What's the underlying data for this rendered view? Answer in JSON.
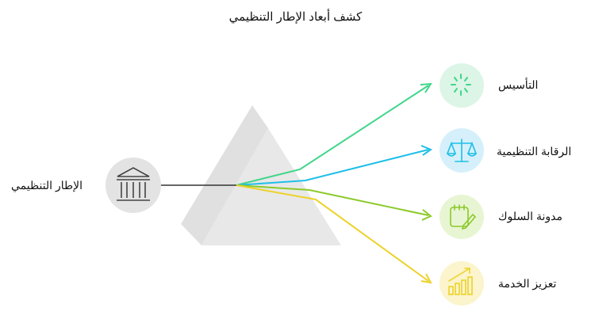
{
  "title": "كشف أبعاد الإطار التنظيمي",
  "source": {
    "label": "الإطار التنظيمي",
    "icon": "bank-icon"
  },
  "outputs": [
    {
      "label": "التأسيس",
      "icon": "sparkle-icon",
      "color": "#3fd68a",
      "bg": "#dcf5e6"
    },
    {
      "label": "الرقابة التنظيمية",
      "icon": "scales-icon",
      "color": "#1fbfe8",
      "bg": "#d5f0fa"
    },
    {
      "label": "مدونة السلوك",
      "icon": "clipboard-edit-icon",
      "color": "#8cca2a",
      "bg": "#e8f5d3"
    },
    {
      "label": "تعزيز الخدمة",
      "icon": "growth-chart-icon",
      "color": "#ecd22a",
      "bg": "#fbf4cc"
    }
  ]
}
